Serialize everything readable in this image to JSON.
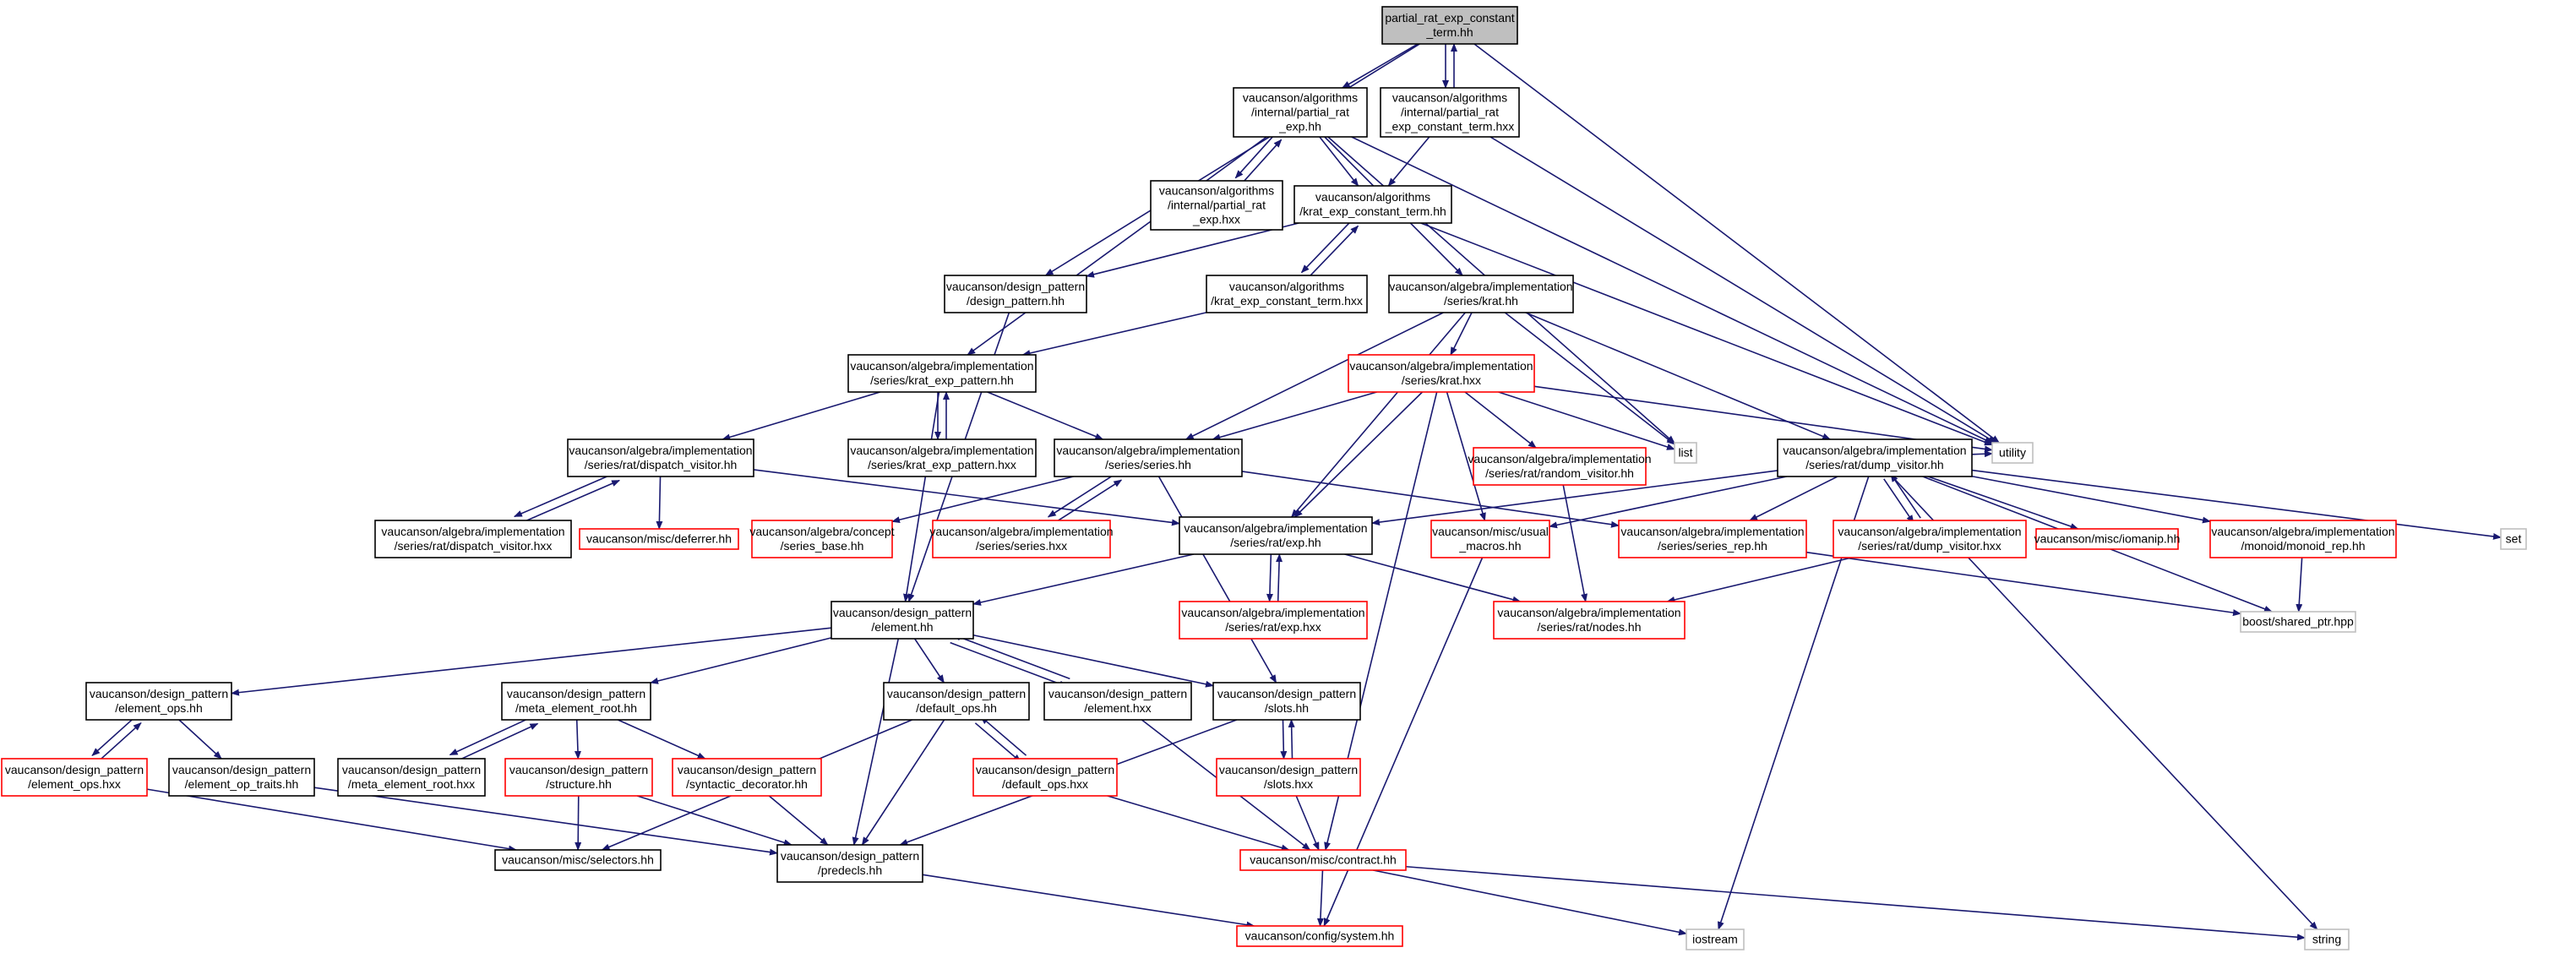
{
  "colors": {
    "edge": "#191970",
    "root_fill": "#bfbfbf",
    "node_border": "#000000",
    "red_border": "#ff0000",
    "gray_border": "#bfbfbf",
    "background": "#ffffff"
  },
  "nodes": [
    {
      "id": "root",
      "lines": [
        "partial_rat_exp_constant",
        "_term.hh"
      ],
      "style": "root"
    },
    {
      "id": "pre_hh",
      "lines": [
        "vaucanson/algorithms",
        "/internal/partial_rat",
        "_exp.hh"
      ],
      "style": "black"
    },
    {
      "id": "pre_ct_hxx",
      "lines": [
        "vaucanson/algorithms",
        "/internal/partial_rat",
        "_exp_constant_term.hxx"
      ],
      "style": "black"
    },
    {
      "id": "pre_hxx",
      "lines": [
        "vaucanson/algorithms",
        "/internal/partial_rat",
        "_exp.hxx"
      ],
      "style": "black"
    },
    {
      "id": "kct_hh",
      "lines": [
        "vaucanson/algorithms",
        "/krat_exp_constant_term.hh"
      ],
      "style": "black"
    },
    {
      "id": "dp_hh",
      "lines": [
        "vaucanson/design_pattern",
        "/design_pattern.hh"
      ],
      "style": "black"
    },
    {
      "id": "kct_hxx",
      "lines": [
        "vaucanson/algorithms",
        "/krat_exp_constant_term.hxx"
      ],
      "style": "black"
    },
    {
      "id": "krat_hh",
      "lines": [
        "vaucanson/algebra/implementation",
        "/series/krat.hh"
      ],
      "style": "black"
    },
    {
      "id": "kep_hh",
      "lines": [
        "vaucanson/algebra/implementation",
        "/series/krat_exp_pattern.hh"
      ],
      "style": "black"
    },
    {
      "id": "krat_hxx",
      "lines": [
        "vaucanson/algebra/implementation",
        "/series/krat.hxx"
      ],
      "style": "red"
    },
    {
      "id": "list",
      "lines": [
        "list"
      ],
      "style": "gray"
    },
    {
      "id": "utility",
      "lines": [
        "utility"
      ],
      "style": "gray"
    },
    {
      "id": "dv_hh",
      "lines": [
        "vaucanson/algebra/implementation",
        "/series/rat/dispatch_visitor.hh"
      ],
      "style": "black"
    },
    {
      "id": "kep_hxx",
      "lines": [
        "vaucanson/algebra/implementation",
        "/series/krat_exp_pattern.hxx"
      ],
      "style": "black"
    },
    {
      "id": "series_hh",
      "lines": [
        "vaucanson/algebra/implementation",
        "/series/series.hh"
      ],
      "style": "black"
    },
    {
      "id": "rv_hh",
      "lines": [
        "vaucanson/algebra/implementation",
        "/series/rat/random_visitor.hh"
      ],
      "style": "red"
    },
    {
      "id": "dump_hh",
      "lines": [
        "vaucanson/algebra/implementation",
        "/series/rat/dump_visitor.hh"
      ],
      "style": "black"
    },
    {
      "id": "dv_hxx",
      "lines": [
        "vaucanson/algebra/implementation",
        "/series/rat/dispatch_visitor.hxx"
      ],
      "style": "black"
    },
    {
      "id": "deferrer",
      "lines": [
        "vaucanson/misc/deferrer.hh"
      ],
      "style": "red"
    },
    {
      "id": "series_base",
      "lines": [
        "vaucanson/algebra/concept",
        "/series_base.hh"
      ],
      "style": "red"
    },
    {
      "id": "series_hxx",
      "lines": [
        "vaucanson/algebra/implementation",
        "/series/series.hxx"
      ],
      "style": "red"
    },
    {
      "id": "exp_hh",
      "lines": [
        "vaucanson/algebra/implementation",
        "/series/rat/exp.hh"
      ],
      "style": "black"
    },
    {
      "id": "usual_macros",
      "lines": [
        "vaucanson/misc/usual",
        "_macros.hh"
      ],
      "style": "red"
    },
    {
      "id": "series_rep",
      "lines": [
        "vaucanson/algebra/implementation",
        "/series/series_rep.hh"
      ],
      "style": "red"
    },
    {
      "id": "dump_hxx",
      "lines": [
        "vaucanson/algebra/implementation",
        "/series/rat/dump_visitor.hxx"
      ],
      "style": "red"
    },
    {
      "id": "iomanip",
      "lines": [
        "vaucanson/misc/iomanip.hh"
      ],
      "style": "red"
    },
    {
      "id": "monoid_rep",
      "lines": [
        "vaucanson/algebra/implementation",
        "/monoid/monoid_rep.hh"
      ],
      "style": "red"
    },
    {
      "id": "set",
      "lines": [
        "set"
      ],
      "style": "gray"
    },
    {
      "id": "exp_hxx",
      "lines": [
        "vaucanson/algebra/implementation",
        "/series/rat/exp.hxx"
      ],
      "style": "red"
    },
    {
      "id": "nodes_hh",
      "lines": [
        "vaucanson/algebra/implementation",
        "/series/rat/nodes.hh"
      ],
      "style": "red"
    },
    {
      "id": "shared_ptr",
      "lines": [
        "boost/shared_ptr.hpp"
      ],
      "style": "gray"
    },
    {
      "id": "element_hh",
      "lines": [
        "vaucanson/design_pattern",
        "/element.hh"
      ],
      "style": "black"
    },
    {
      "id": "element_ops_hh",
      "lines": [
        "vaucanson/design_pattern",
        "/element_ops.hh"
      ],
      "style": "black"
    },
    {
      "id": "mer_hh",
      "lines": [
        "vaucanson/design_pattern",
        "/meta_element_root.hh"
      ],
      "style": "black"
    },
    {
      "id": "default_ops_hh",
      "lines": [
        "vaucanson/design_pattern",
        "/default_ops.hh"
      ],
      "style": "black"
    },
    {
      "id": "element_hxx",
      "lines": [
        "vaucanson/design_pattern",
        "/element.hxx"
      ],
      "style": "black"
    },
    {
      "id": "slots_hh",
      "lines": [
        "vaucanson/design_pattern",
        "/slots.hh"
      ],
      "style": "black"
    },
    {
      "id": "element_ops_hxx",
      "lines": [
        "vaucanson/design_pattern",
        "/element_ops.hxx"
      ],
      "style": "red"
    },
    {
      "id": "eot_hh",
      "lines": [
        "vaucanson/design_pattern",
        "/element_op_traits.hh"
      ],
      "style": "black"
    },
    {
      "id": "mer_hxx",
      "lines": [
        "vaucanson/design_pattern",
        "/meta_element_root.hxx"
      ],
      "style": "black"
    },
    {
      "id": "structure_hh",
      "lines": [
        "vaucanson/design_pattern",
        "/structure.hh"
      ],
      "style": "red"
    },
    {
      "id": "syntactic_dec",
      "lines": [
        "vaucanson/design_pattern",
        "/syntactic_decorator.hh"
      ],
      "style": "red"
    },
    {
      "id": "default_ops_hxx",
      "lines": [
        "vaucanson/design_pattern",
        "/default_ops.hxx"
      ],
      "style": "red"
    },
    {
      "id": "slots_hxx",
      "lines": [
        "vaucanson/design_pattern",
        "/slots.hxx"
      ],
      "style": "red"
    },
    {
      "id": "selectors",
      "lines": [
        "vaucanson/misc/selectors.hh"
      ],
      "style": "black"
    },
    {
      "id": "predecls",
      "lines": [
        "vaucanson/design_pattern",
        "/predecls.hh"
      ],
      "style": "black"
    },
    {
      "id": "contract",
      "lines": [
        "vaucanson/misc/contract.hh"
      ],
      "style": "red"
    },
    {
      "id": "iostream",
      "lines": [
        "iostream"
      ],
      "style": "gray"
    },
    {
      "id": "string",
      "lines": [
        "string"
      ],
      "style": "gray"
    },
    {
      "id": "system",
      "lines": [
        "vaucanson/config/system.hh"
      ],
      "style": "red"
    }
  ],
  "edges": [
    [
      "root",
      "pre_hh"
    ],
    [
      "root",
      "pre_ct_hxx"
    ],
    [
      "root",
      "dp_hh"
    ],
    [
      "root",
      "utility"
    ],
    [
      "pre_ct_hxx",
      "root"
    ],
    [
      "pre_ct_hxx",
      "kct_hh"
    ],
    [
      "pre_ct_hxx",
      "utility"
    ],
    [
      "pre_hh",
      "pre_hxx"
    ],
    [
      "pre_hxx",
      "pre_hh"
    ],
    [
      "pre_hh",
      "kct_hh"
    ],
    [
      "pre_hh",
      "krat_hh"
    ],
    [
      "pre_hh",
      "kep_hh"
    ],
    [
      "pre_hh",
      "list"
    ],
    [
      "pre_hh",
      "utility"
    ],
    [
      "kct_hh",
      "dp_hh"
    ],
    [
      "kct_hh",
      "kct_hxx"
    ],
    [
      "kct_hxx",
      "kct_hh"
    ],
    [
      "kct_hh",
      "utility"
    ],
    [
      "kct_hxx",
      "kep_hh"
    ],
    [
      "dp_hh",
      "element_hh"
    ],
    [
      "krat_hh",
      "krat_hxx"
    ],
    [
      "krat_hh",
      "series_hh"
    ],
    [
      "krat_hh",
      "exp_hh"
    ],
    [
      "krat_hh",
      "list"
    ],
    [
      "krat_hh",
      "dump_hh"
    ],
    [
      "kep_hh",
      "kep_hxx"
    ],
    [
      "kep_hxx",
      "kep_hh"
    ],
    [
      "kep_hh",
      "dv_hh"
    ],
    [
      "kep_hh",
      "series_hh"
    ],
    [
      "kep_hh",
      "element_hh"
    ],
    [
      "krat_hxx",
      "series_hh"
    ],
    [
      "krat_hxx",
      "rv_hh"
    ],
    [
      "krat_hxx",
      "list"
    ],
    [
      "krat_hxx",
      "utility"
    ],
    [
      "krat_hxx",
      "exp_hh"
    ],
    [
      "krat_hxx",
      "usual_macros"
    ],
    [
      "krat_hxx",
      "contract"
    ],
    [
      "dv_hh",
      "dv_hxx"
    ],
    [
      "dv_hxx",
      "dv_hh"
    ],
    [
      "dv_hh",
      "deferrer"
    ],
    [
      "dv_hh",
      "exp_hh"
    ],
    [
      "series_hh",
      "series_base"
    ],
    [
      "series_hh",
      "series_hxx"
    ],
    [
      "series_hxx",
      "series_hh"
    ],
    [
      "series_hh",
      "series_rep"
    ],
    [
      "series_hh",
      "slots_hh"
    ],
    [
      "rv_hh",
      "nodes_hh"
    ],
    [
      "dump_hh",
      "exp_hh"
    ],
    [
      "dump_hh",
      "usual_macros"
    ],
    [
      "dump_hh",
      "series_rep"
    ],
    [
      "dump_hh",
      "dump_hxx"
    ],
    [
      "dump_hxx",
      "dump_hh"
    ],
    [
      "dump_hh",
      "iomanip"
    ],
    [
      "dump_hh",
      "monoid_rep"
    ],
    [
      "dump_hh",
      "set"
    ],
    [
      "dump_hh",
      "shared_ptr"
    ],
    [
      "dump_hh",
      "iostream"
    ],
    [
      "dump_hh",
      "string"
    ],
    [
      "dump_hh",
      "utility"
    ],
    [
      "exp_hh",
      "exp_hxx"
    ],
    [
      "exp_hxx",
      "exp_hh"
    ],
    [
      "exp_hh",
      "element_hh"
    ],
    [
      "exp_hh",
      "nodes_hh"
    ],
    [
      "usual_macros",
      "system"
    ],
    [
      "series_rep",
      "shared_ptr"
    ],
    [
      "dump_hxx",
      "nodes_hh"
    ],
    [
      "monoid_rep",
      "shared_ptr"
    ],
    [
      "element_hh",
      "element_ops_hh"
    ],
    [
      "element_hh",
      "mer_hh"
    ],
    [
      "element_hh",
      "default_ops_hh"
    ],
    [
      "element_hh",
      "element_hxx"
    ],
    [
      "element_hxx",
      "element_hh"
    ],
    [
      "element_hh",
      "slots_hh"
    ],
    [
      "element_hh",
      "predecls"
    ],
    [
      "element_ops_hh",
      "element_ops_hxx"
    ],
    [
      "element_ops_hxx",
      "element_ops_hh"
    ],
    [
      "element_ops_hh",
      "eot_hh"
    ],
    [
      "mer_hh",
      "mer_hxx"
    ],
    [
      "mer_hxx",
      "mer_hh"
    ],
    [
      "mer_hh",
      "structure_hh"
    ],
    [
      "mer_hh",
      "syntactic_dec"
    ],
    [
      "default_ops_hh",
      "default_ops_hxx"
    ],
    [
      "default_ops_hxx",
      "default_ops_hh"
    ],
    [
      "default_ops_hh",
      "selectors"
    ],
    [
      "default_ops_hh",
      "predecls"
    ],
    [
      "element_hxx",
      "contract"
    ],
    [
      "slots_hh",
      "slots_hxx"
    ],
    [
      "slots_hxx",
      "slots_hh"
    ],
    [
      "slots_hh",
      "predecls"
    ],
    [
      "element_ops_hxx",
      "selectors"
    ],
    [
      "eot_hh",
      "predecls"
    ],
    [
      "structure_hh",
      "selectors"
    ],
    [
      "structure_hh",
      "predecls"
    ],
    [
      "syntactic_dec",
      "predecls"
    ],
    [
      "default_ops_hxx",
      "contract"
    ],
    [
      "slots_hxx",
      "contract"
    ],
    [
      "predecls",
      "system"
    ],
    [
      "contract",
      "system"
    ],
    [
      "contract",
      "iostream"
    ],
    [
      "contract",
      "string"
    ]
  ]
}
